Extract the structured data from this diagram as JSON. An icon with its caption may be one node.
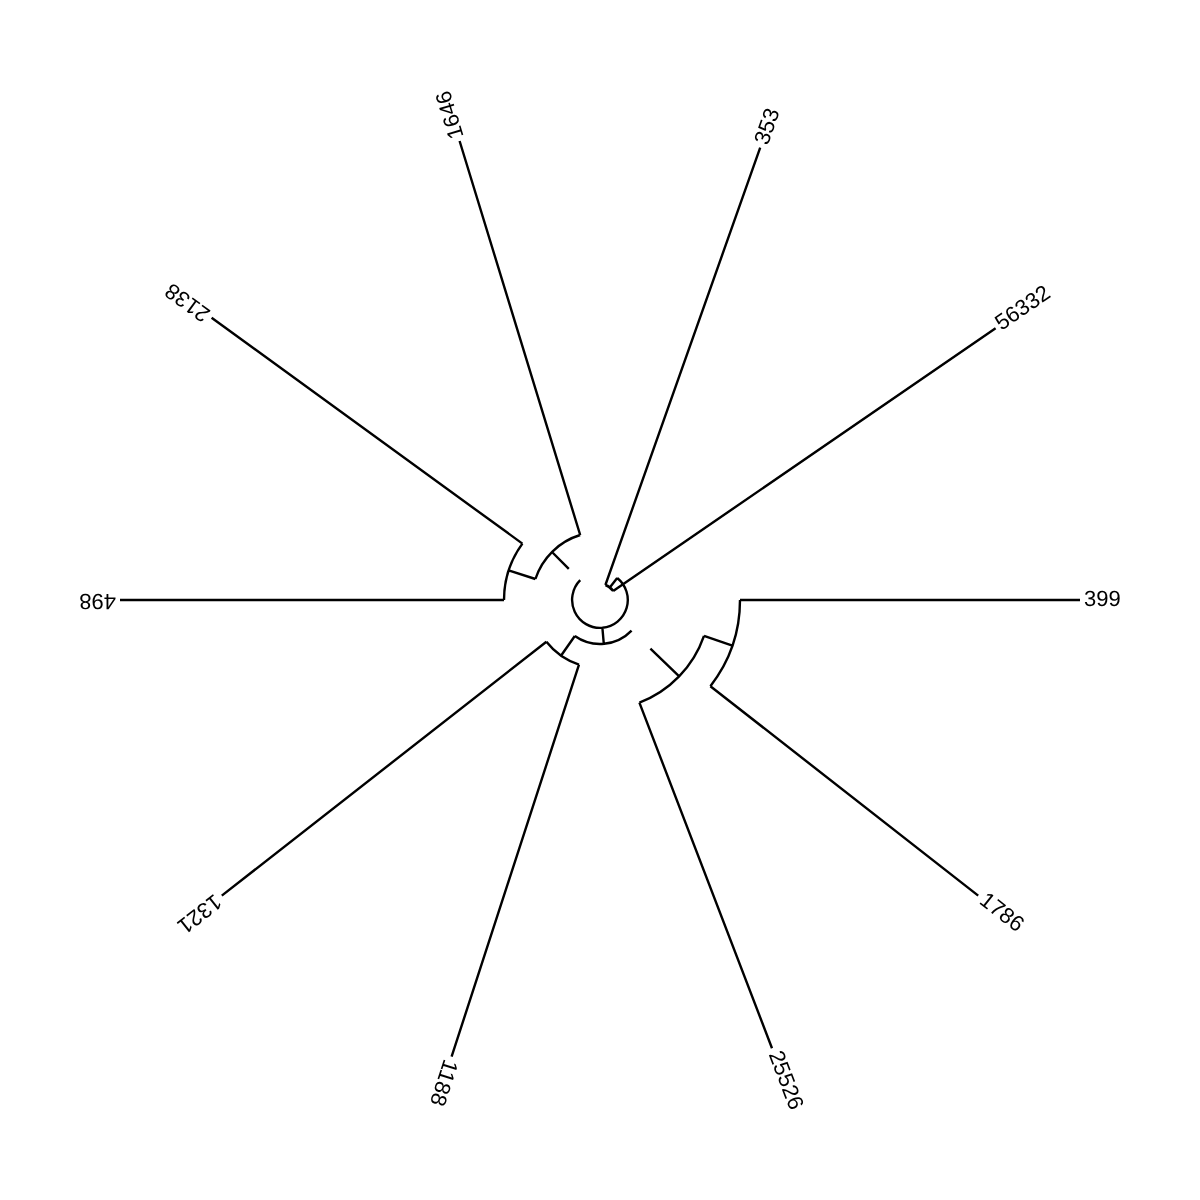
{
  "diagram": {
    "labels": [
      "353",
      "1646",
      "56332",
      "2138",
      "498",
      "399",
      "1786",
      "1321",
      "1188",
      "25526"
    ]
  }
}
